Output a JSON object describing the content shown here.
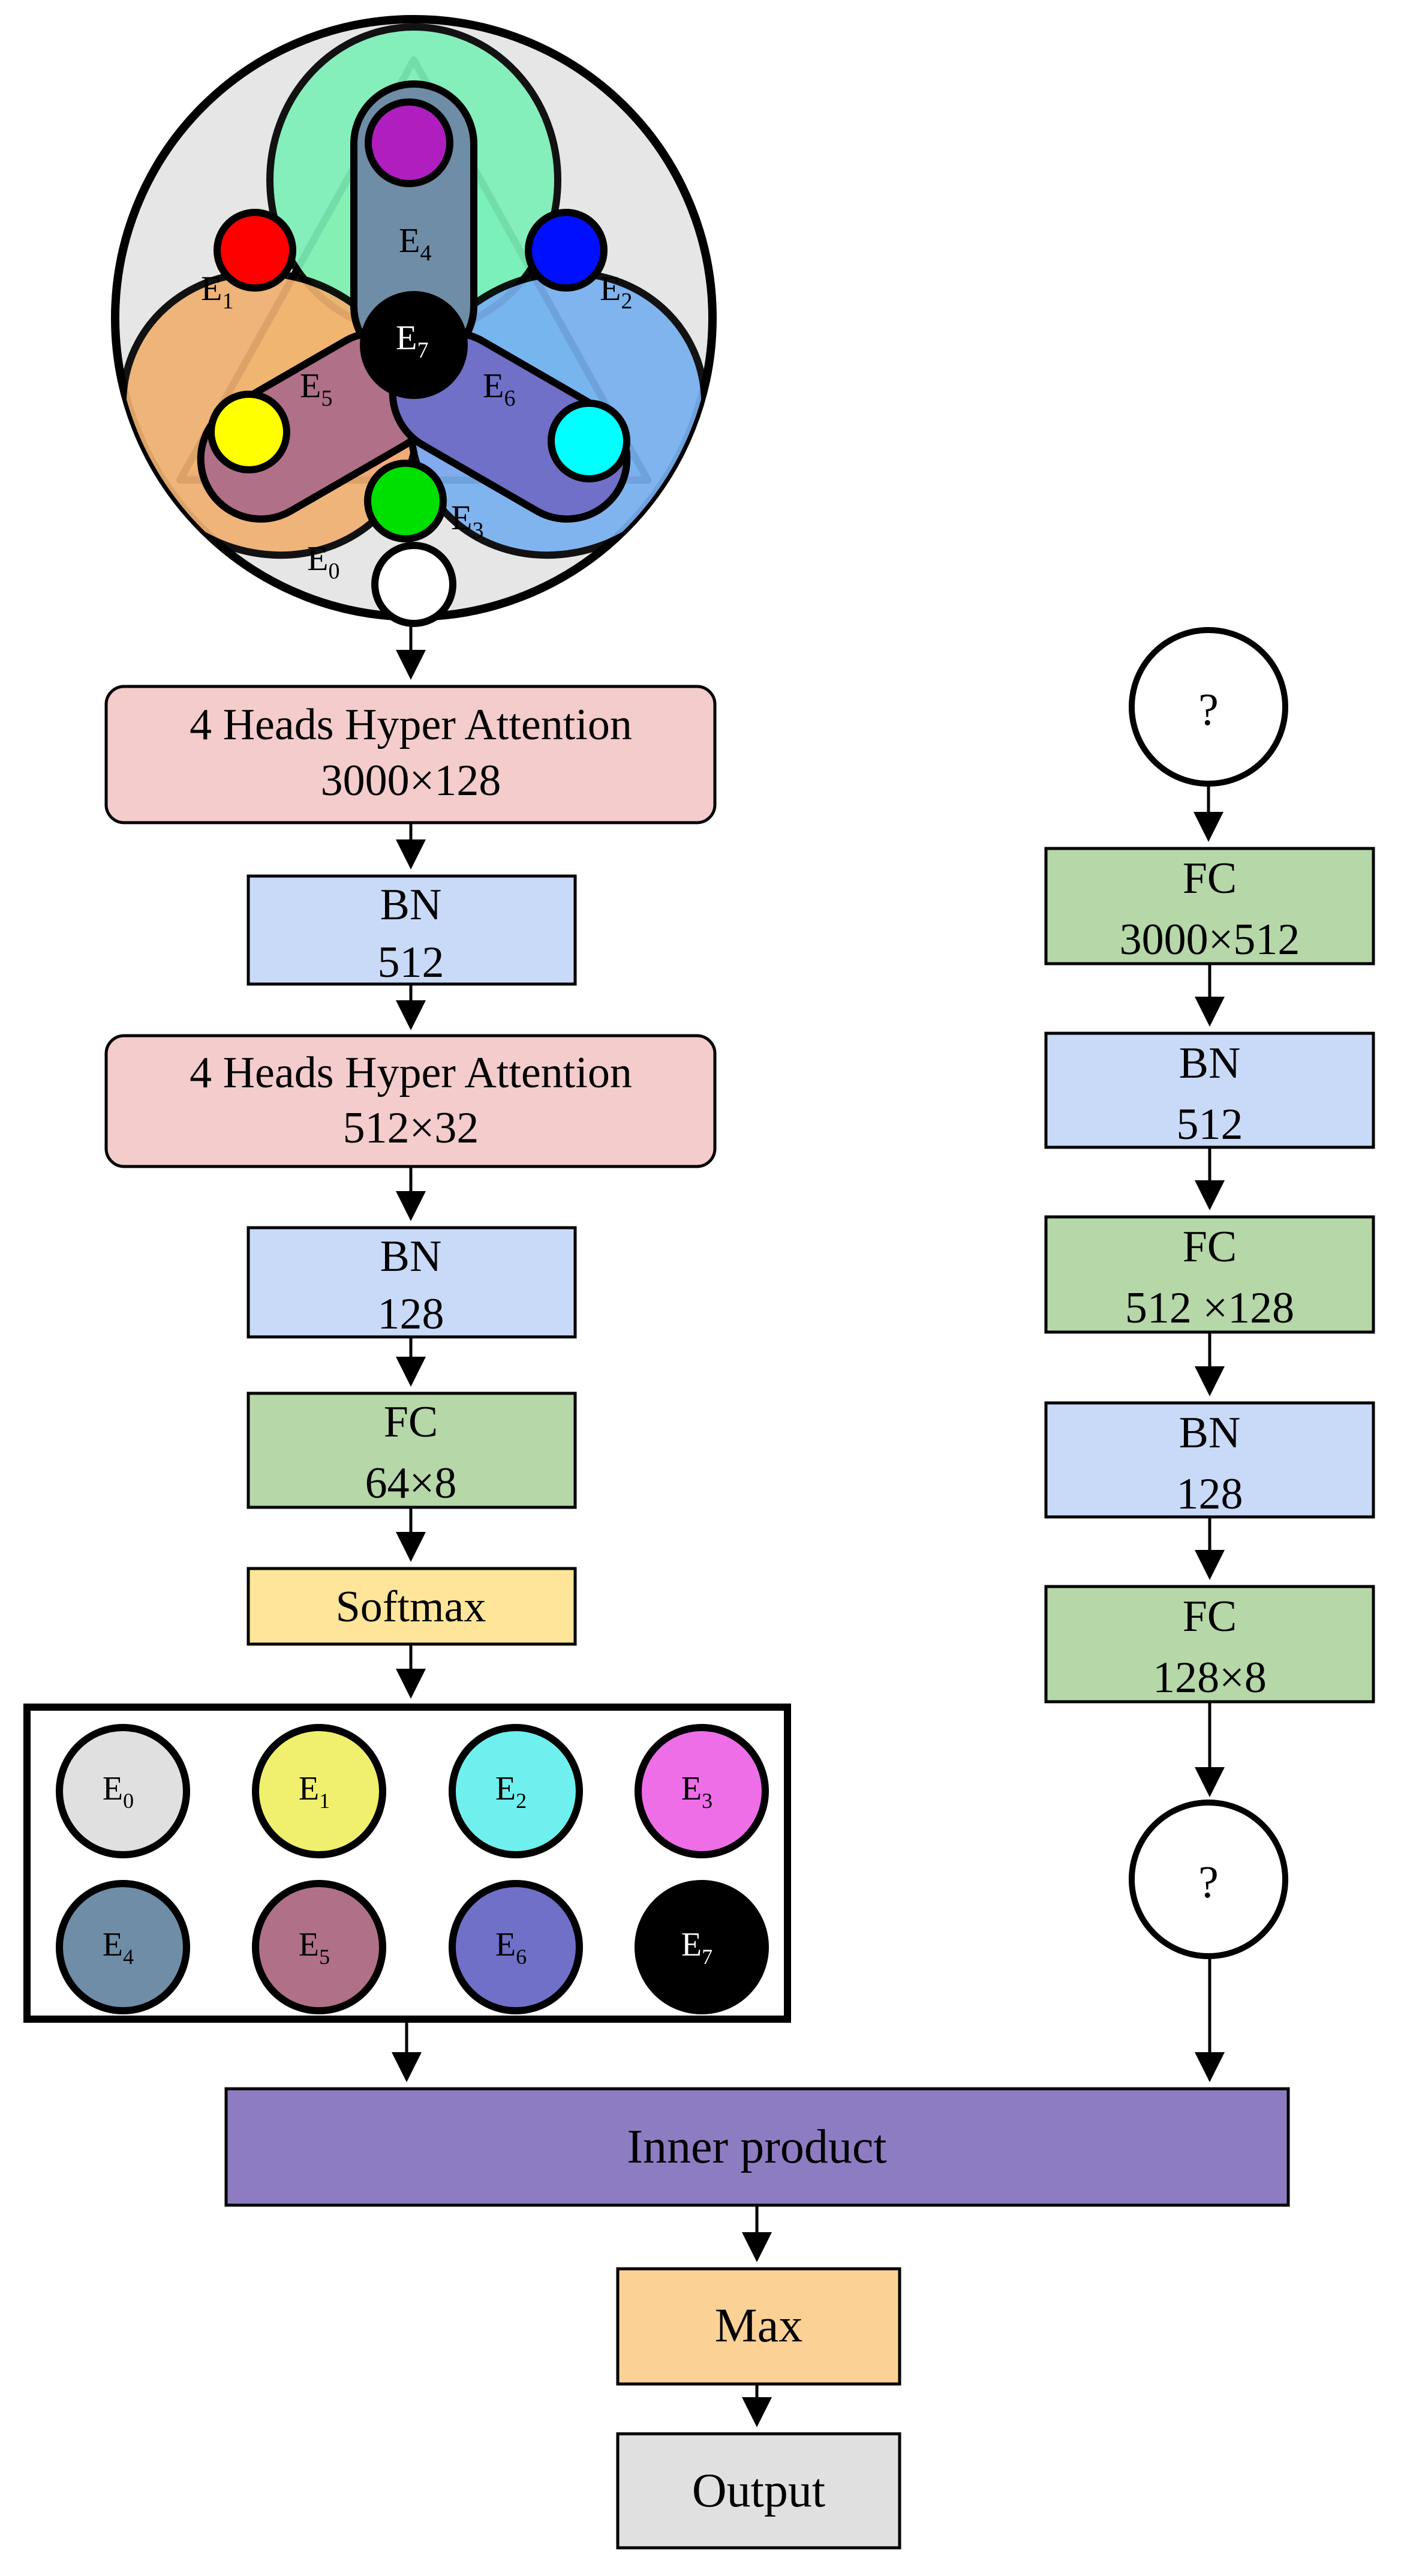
{
  "hypergraph": {
    "labels": {
      "e0": "E",
      "e0_sub": "0",
      "e1": "E",
      "e1_sub": "1",
      "e2": "E",
      "e2_sub": "2",
      "e3": "E",
      "e3_sub": "3",
      "e4": "E",
      "e4_sub": "4",
      "e5": "E",
      "e5_sub": "5",
      "e6": "E",
      "e6_sub": "6",
      "e7": "E",
      "e7_sub": "7"
    },
    "colors": {
      "outer": "#e6e6e6",
      "e1": "#f2f07a",
      "e2": "#6ff0f0",
      "e3": "#ee6ee8",
      "e4": "#6f8da6",
      "e5": "#b07088",
      "e6": "#7070c8",
      "teal_overlay": "#7cf0b8",
      "blue_overlay": "#78b0f0",
      "orange_overlay": "#f0b070"
    }
  },
  "left_branch": {
    "attn1": {
      "line1": "4 Heads Hyper Attention",
      "line2": "3000×128"
    },
    "bn1": {
      "line1": "BN",
      "line2": "512"
    },
    "attn2": {
      "line1": "4 Heads Hyper Attention",
      "line2": "512×32"
    },
    "bn2": {
      "line1": "BN",
      "line2": "128"
    },
    "fc": {
      "line1": "FC",
      "line2": "64×8"
    },
    "softmax": "Softmax"
  },
  "expert_grid": [
    {
      "label": "E",
      "sub": "0",
      "color": "#e0e0e0",
      "text_color": "#000000"
    },
    {
      "label": "E",
      "sub": "1",
      "color": "#f0ef6e",
      "text_color": "#000000"
    },
    {
      "label": "E",
      "sub": "2",
      "color": "#6ff0ee",
      "text_color": "#000000"
    },
    {
      "label": "E",
      "sub": "3",
      "color": "#ee6ee8",
      "text_color": "#000000"
    },
    {
      "label": "E",
      "sub": "4",
      "color": "#6f8da6",
      "text_color": "#000000"
    },
    {
      "label": "E",
      "sub": "5",
      "color": "#b07088",
      "text_color": "#000000"
    },
    {
      "label": "E",
      "sub": "6",
      "color": "#7070c8",
      "text_color": "#000000"
    },
    {
      "label": "E",
      "sub": "7",
      "color": "#000000",
      "text_color": "#ffffff"
    }
  ],
  "right_branch": {
    "input_symbol": "?",
    "fc1": {
      "line1": "FC",
      "line2": "3000×512"
    },
    "bn1": {
      "line1": "BN",
      "line2": "512"
    },
    "fc2": {
      "line1": "FC",
      "line2": "512 ×128"
    },
    "bn2": {
      "line1": "BN",
      "line2": "128"
    },
    "fc3": {
      "line1": "FC",
      "line2": "128×8"
    },
    "output_symbol": "?"
  },
  "bottom": {
    "inner_product": "Inner product",
    "max": "Max",
    "output": "Output"
  },
  "box_colors": {
    "attention": "#f4cccc",
    "bn": "#c9daf8",
    "fc": "#b6d7a8",
    "softmax": "#ffe599",
    "inner_product": "#8e7cc3",
    "max": "#fcd196",
    "output": "#e0e0e0"
  }
}
